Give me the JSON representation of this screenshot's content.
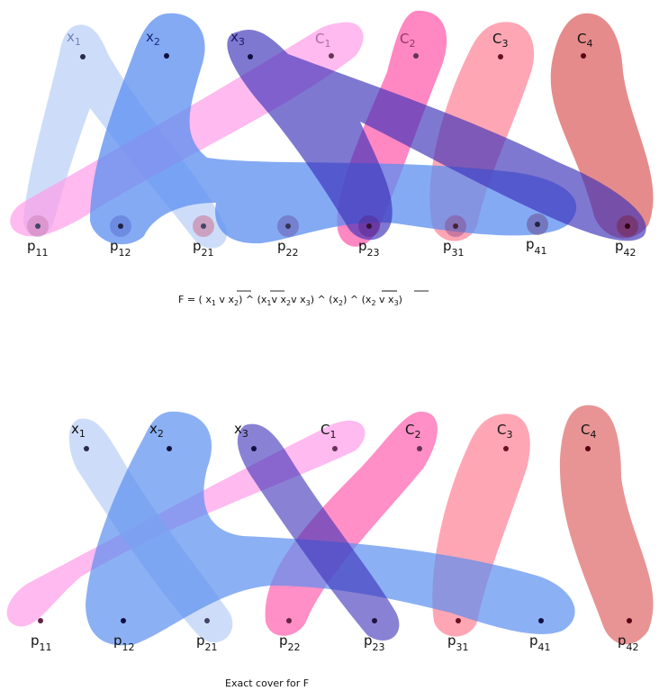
{
  "colors": {
    "x1": "#b8cff7",
    "x2": "#5b8ef0",
    "x3": "#3a2fb8",
    "c1": "#ff9de8",
    "c2": "#ff5fae",
    "c3": "#ff8096",
    "c4": "#dc5a5a",
    "dot": "#2a2a4a"
  },
  "nodes": {
    "x1": {
      "base": "x",
      "sub": "1"
    },
    "x2": {
      "base": "x",
      "sub": "2"
    },
    "x3": {
      "base": "x",
      "sub": "3"
    },
    "c1": {
      "base": "C",
      "sub": "1"
    },
    "c2": {
      "base": "C",
      "sub": "2"
    },
    "c3": {
      "base": "C",
      "sub": "3"
    },
    "c4": {
      "base": "C",
      "sub": "4"
    }
  },
  "p_nodes_top": [
    {
      "base": "p",
      "sub": "11"
    },
    {
      "base": "p",
      "sub": "12"
    },
    {
      "base": "p",
      "sub": "21"
    },
    {
      "base": "p",
      "sub": "22"
    },
    {
      "base": "p",
      "sub": "23"
    },
    {
      "base": "p",
      "sub": "31"
    },
    {
      "base": "p",
      "sub": "41"
    },
    {
      "base": "p",
      "sub": "42"
    }
  ],
  "p_nodes_bottom": [
    {
      "base": "p",
      "sub": "11"
    },
    {
      "base": "p",
      "sub": "12"
    },
    {
      "base": "p",
      "sub": "21"
    },
    {
      "base": "p",
      "sub": "22"
    },
    {
      "base": "p",
      "sub": "23"
    },
    {
      "base": "p",
      "sub": "31"
    },
    {
      "base": "p",
      "sub": "41"
    },
    {
      "base": "p",
      "sub": "42"
    }
  ],
  "formula": {
    "prefix": "F = ( x",
    "t1": "1",
    "or1": " v ",
    "x2bar": "x",
    "t2": "2",
    "close1": ") ^ (",
    "x1bar": "x",
    "t3": "1",
    "v2": "v  x",
    "t4": "2",
    "v3": "v  x",
    "t5": "3",
    "close2": ") ^ (x",
    "t6": "2",
    "close3": ") ^ (",
    "x2bar2": "x",
    "t7": "2",
    "v4": " v  ",
    "x3bar": "x",
    "t8": "3",
    "end": ")"
  },
  "caption": "Exact cover for F"
}
